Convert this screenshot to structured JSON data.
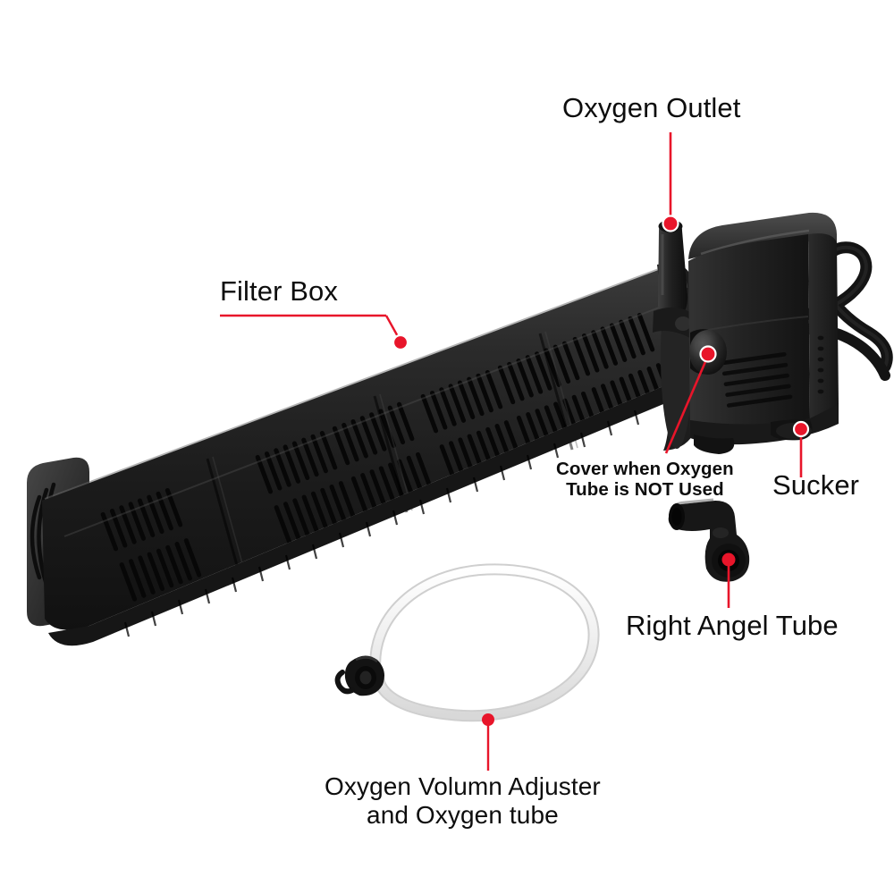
{
  "diagram": {
    "title": "Aquarium Internal Filter Oxygen Pump Parts Diagram",
    "background_color": "#ffffff",
    "leader_color": "#e8152a",
    "product_color": "#1c1c1c"
  },
  "callouts": [
    {
      "id": "oxygen-outlet",
      "label": "Oxygen Outlet",
      "style": "big",
      "target": "nozzle tip on top of pump housing"
    },
    {
      "id": "filter-box",
      "label": "Filter Box",
      "style": "big",
      "target": "slotted filter cartridge body"
    },
    {
      "id": "cover-when-oxygen-tube-not-used",
      "label_line_1": "Cover when Oxygen",
      "label_line_2": "Tube is NOT Used",
      "style": "small",
      "target": "round cap knob on pump side"
    },
    {
      "id": "sucker",
      "label": "Sucker",
      "style": "big",
      "target": "suction cup foot at pump base"
    },
    {
      "id": "right-angel-tube",
      "label": "Right Angel Tube",
      "style": "big",
      "target": "black L-shaped elbow connector"
    },
    {
      "id": "oxygen-volumn-adjuster",
      "label_line_1": "Oxygen Volumn Adjuster",
      "label_line_2": "and Oxygen tube",
      "style": "mid",
      "target": "clear airline tube with black adjuster clip"
    }
  ],
  "parts": [
    {
      "id": "filter-box-body",
      "name": "Filter Box",
      "description": "Long slotted black plastic filter housing angled from lower-left to upper-right"
    },
    {
      "id": "pump-housing",
      "name": "Pump Motor Housing",
      "description": "Black rectangular motor block at the upper right end"
    },
    {
      "id": "oxygen-outlet-nozzle",
      "name": "Oxygen Outlet",
      "description": "Short vertical black nozzle on top of pump housing"
    },
    {
      "id": "cover-knob",
      "name": "Oxygen Tube Cover Cap",
      "description": "Round black cap on the side of the pump housing"
    },
    {
      "id": "sucker-foot",
      "name": "Sucker",
      "description": "Suction cup mounting foot beneath the pump housing"
    },
    {
      "id": "power-cord",
      "name": "Power Cord",
      "description": "Looping black electrical cable exiting right side of pump"
    },
    {
      "id": "right-angle-elbow",
      "name": "Right Angel Tube",
      "description": "Black right-angle elbow connector"
    },
    {
      "id": "oxygen-tube",
      "name": "Oxygen Tube",
      "description": "Clear flexible airline tubing coiled in a loop"
    },
    {
      "id": "volume-adjuster",
      "name": "Oxygen Volumn Adjuster",
      "description": "Black clip valve on the end of the clear tube"
    }
  ]
}
